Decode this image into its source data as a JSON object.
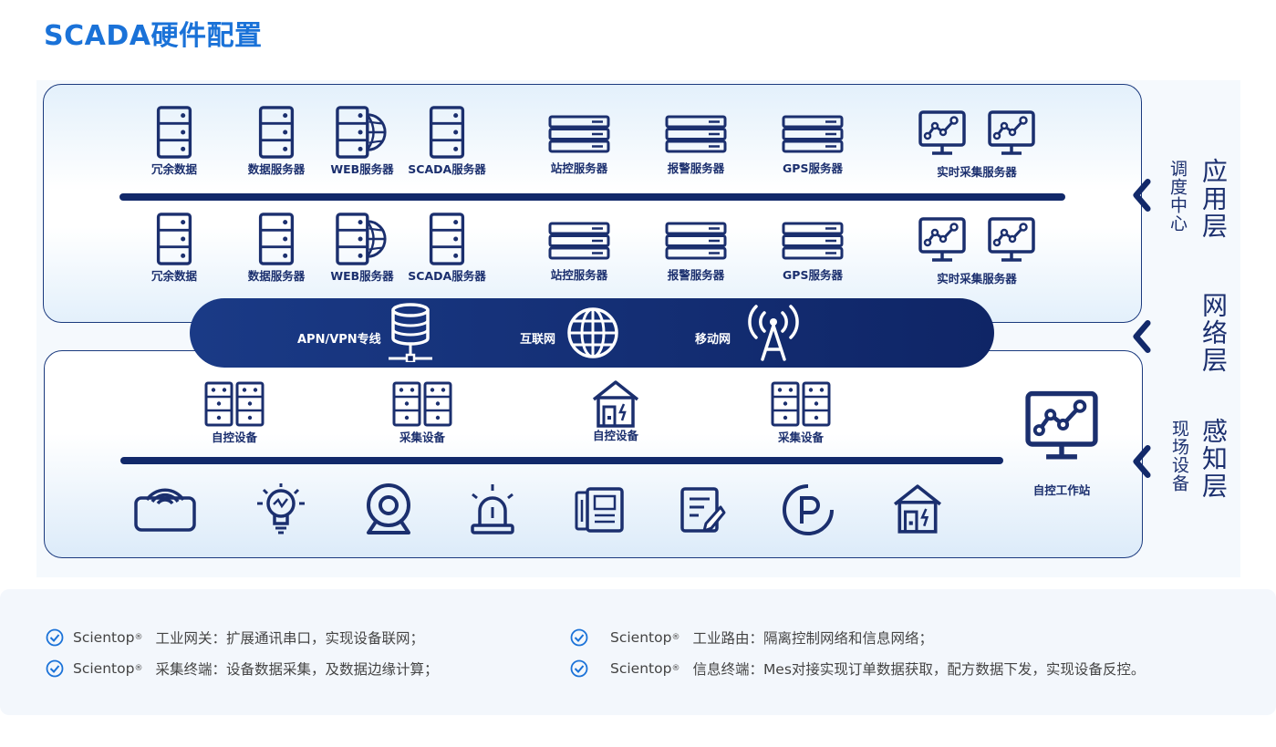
{
  "title": "SCADA硬件配置",
  "layers": {
    "application": {
      "name": "应用层",
      "sub": "调度中心"
    },
    "network": {
      "name": "网络层"
    },
    "perception": {
      "name": "感知层",
      "sub": "现场设备"
    }
  },
  "app_row1": [
    {
      "label": "冗余数据",
      "icon": "server-tower-icon"
    },
    {
      "label": "数据服务器",
      "icon": "server-tower-icon"
    },
    {
      "label": "WEB服务器",
      "icon": "web-server-globe-icon"
    },
    {
      "label": "SCADA服务器",
      "icon": "server-tower-icon"
    },
    {
      "label": "站控服务器",
      "icon": "rack-server-icon"
    },
    {
      "label": "报警服务器",
      "icon": "rack-server-icon"
    },
    {
      "label": "GPS服务器",
      "icon": "rack-server-icon"
    },
    {
      "label": "实时采集服务器",
      "icon": "monitor-chart-icon"
    }
  ],
  "app_row2": [
    {
      "label": "冗余数据",
      "icon": "server-tower-icon"
    },
    {
      "label": "数据服务器",
      "icon": "server-tower-icon"
    },
    {
      "label": "WEB服务器",
      "icon": "web-server-globe-icon"
    },
    {
      "label": "SCADA服务器",
      "icon": "server-tower-icon"
    },
    {
      "label": "站控服务器",
      "icon": "rack-server-icon"
    },
    {
      "label": "报警服务器",
      "icon": "rack-server-icon"
    },
    {
      "label": "GPS服务器",
      "icon": "rack-server-icon"
    },
    {
      "label": "实时采集服务器",
      "icon": "monitor-chart-icon"
    }
  ],
  "network": [
    {
      "label": "APN/VPN专线",
      "icon": "database-icon"
    },
    {
      "label": "互联网",
      "icon": "globe-icon"
    },
    {
      "label": "移动网",
      "icon": "antenna-tower-icon"
    }
  ],
  "field_row": [
    {
      "label": "自控设备",
      "icon": "cabinet-icon"
    },
    {
      "label": "采集设备",
      "icon": "cabinet-icon"
    },
    {
      "label": "自控设备",
      "icon": "power-house-icon"
    },
    {
      "label": "采集设备",
      "icon": "cabinet-icon"
    }
  ],
  "workstation": {
    "label": "自控工作站",
    "icon": "monitor-chart-icon"
  },
  "devices": [
    "router-icon",
    "smart-bulb-icon",
    "camera-icon",
    "alarm-light-icon",
    "panel-meter-icon",
    "form-edit-icon",
    "parking-icon",
    "power-house-icon"
  ],
  "features": [
    {
      "brand": "Scientop",
      "reg": "®",
      "text": "工业网关：扩展通讯串口，实现设备联网；"
    },
    {
      "brand": "Scientop",
      "reg": "®",
      "text": "工业路由：隔离控制网络和信息网络；"
    },
    {
      "brand": "Scientop",
      "reg": "®",
      "text": "采集终端：设备数据采集，及数据边缘计算；"
    },
    {
      "brand": "Scientop",
      "reg": "®",
      "text": "信息终端：Mes对接实现订单数据获取，配方数据下发，实现设备反控。"
    }
  ],
  "colors": {
    "navy": "#12296a",
    "title_blue": "#1a72d8",
    "check_blue": "#1a72d8"
  }
}
